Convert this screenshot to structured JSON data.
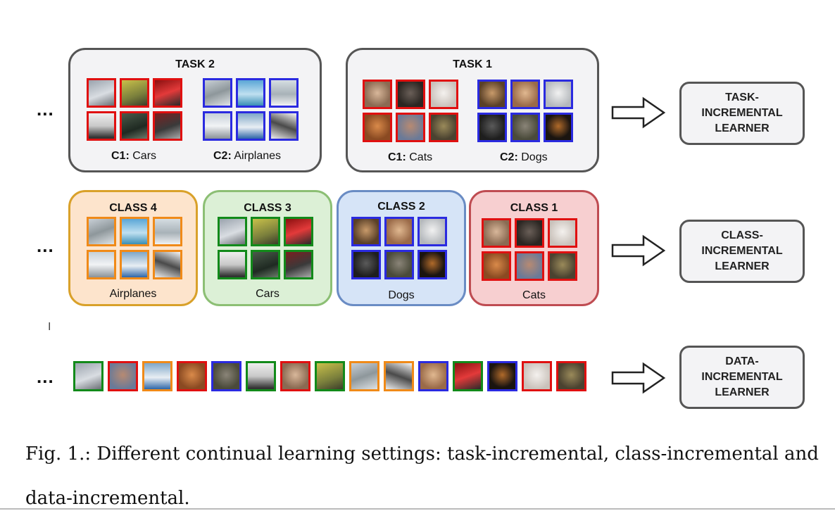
{
  "colors": {
    "task_border": "#555555",
    "red": "#e01010",
    "blue": "#2a2ae0",
    "green": "#128a1a",
    "orange": "#f08a18",
    "class4_bg": "#fde4cc",
    "class4_border": "#d9a12a",
    "class3_bg": "#dcf0d6",
    "class3_border": "#8cbf74",
    "class2_bg": "#d6e4f7",
    "class2_border": "#6a8cc4",
    "class1_bg": "#f7cfd0",
    "class1_border": "#bf4c52"
  },
  "ellipsis": "...",
  "task2": {
    "title": "TASK 2",
    "c1_prefix": "C1:",
    "c1_name": "Cars",
    "c2_prefix": "C2:",
    "c2_name": "Airplanes"
  },
  "task1": {
    "title": "TASK 1",
    "c1_prefix": "C1:",
    "c1_name": "Cats",
    "c2_prefix": "C2:",
    "c2_name": "Dogs"
  },
  "class4": {
    "title": "CLASS 4",
    "label": "Airplanes"
  },
  "class3": {
    "title": "CLASS 3",
    "label": "Cars"
  },
  "class2": {
    "title": "CLASS 2",
    "label": "Dogs"
  },
  "class1": {
    "title": "CLASS 1",
    "label": "Cats"
  },
  "learners": {
    "task": [
      "TASK-",
      "INCREMENTAL",
      "LEARNER"
    ],
    "class": [
      "CLASS-",
      "INCREMENTAL",
      "LEARNER"
    ],
    "data": [
      "DATA-",
      "INCREMENTAL",
      "LEARNER"
    ]
  },
  "strip_borders": [
    "green",
    "red",
    "orange",
    "red",
    "blue",
    "green",
    "red",
    "green",
    "orange",
    "orange",
    "blue",
    "green",
    "blue",
    "red",
    "red"
  ],
  "caption": {
    "line1": "Fig. 1.: Different continual learning settings: task-incremental, class-incremental and",
    "line2": "data-incremental."
  },
  "cursor": "I"
}
